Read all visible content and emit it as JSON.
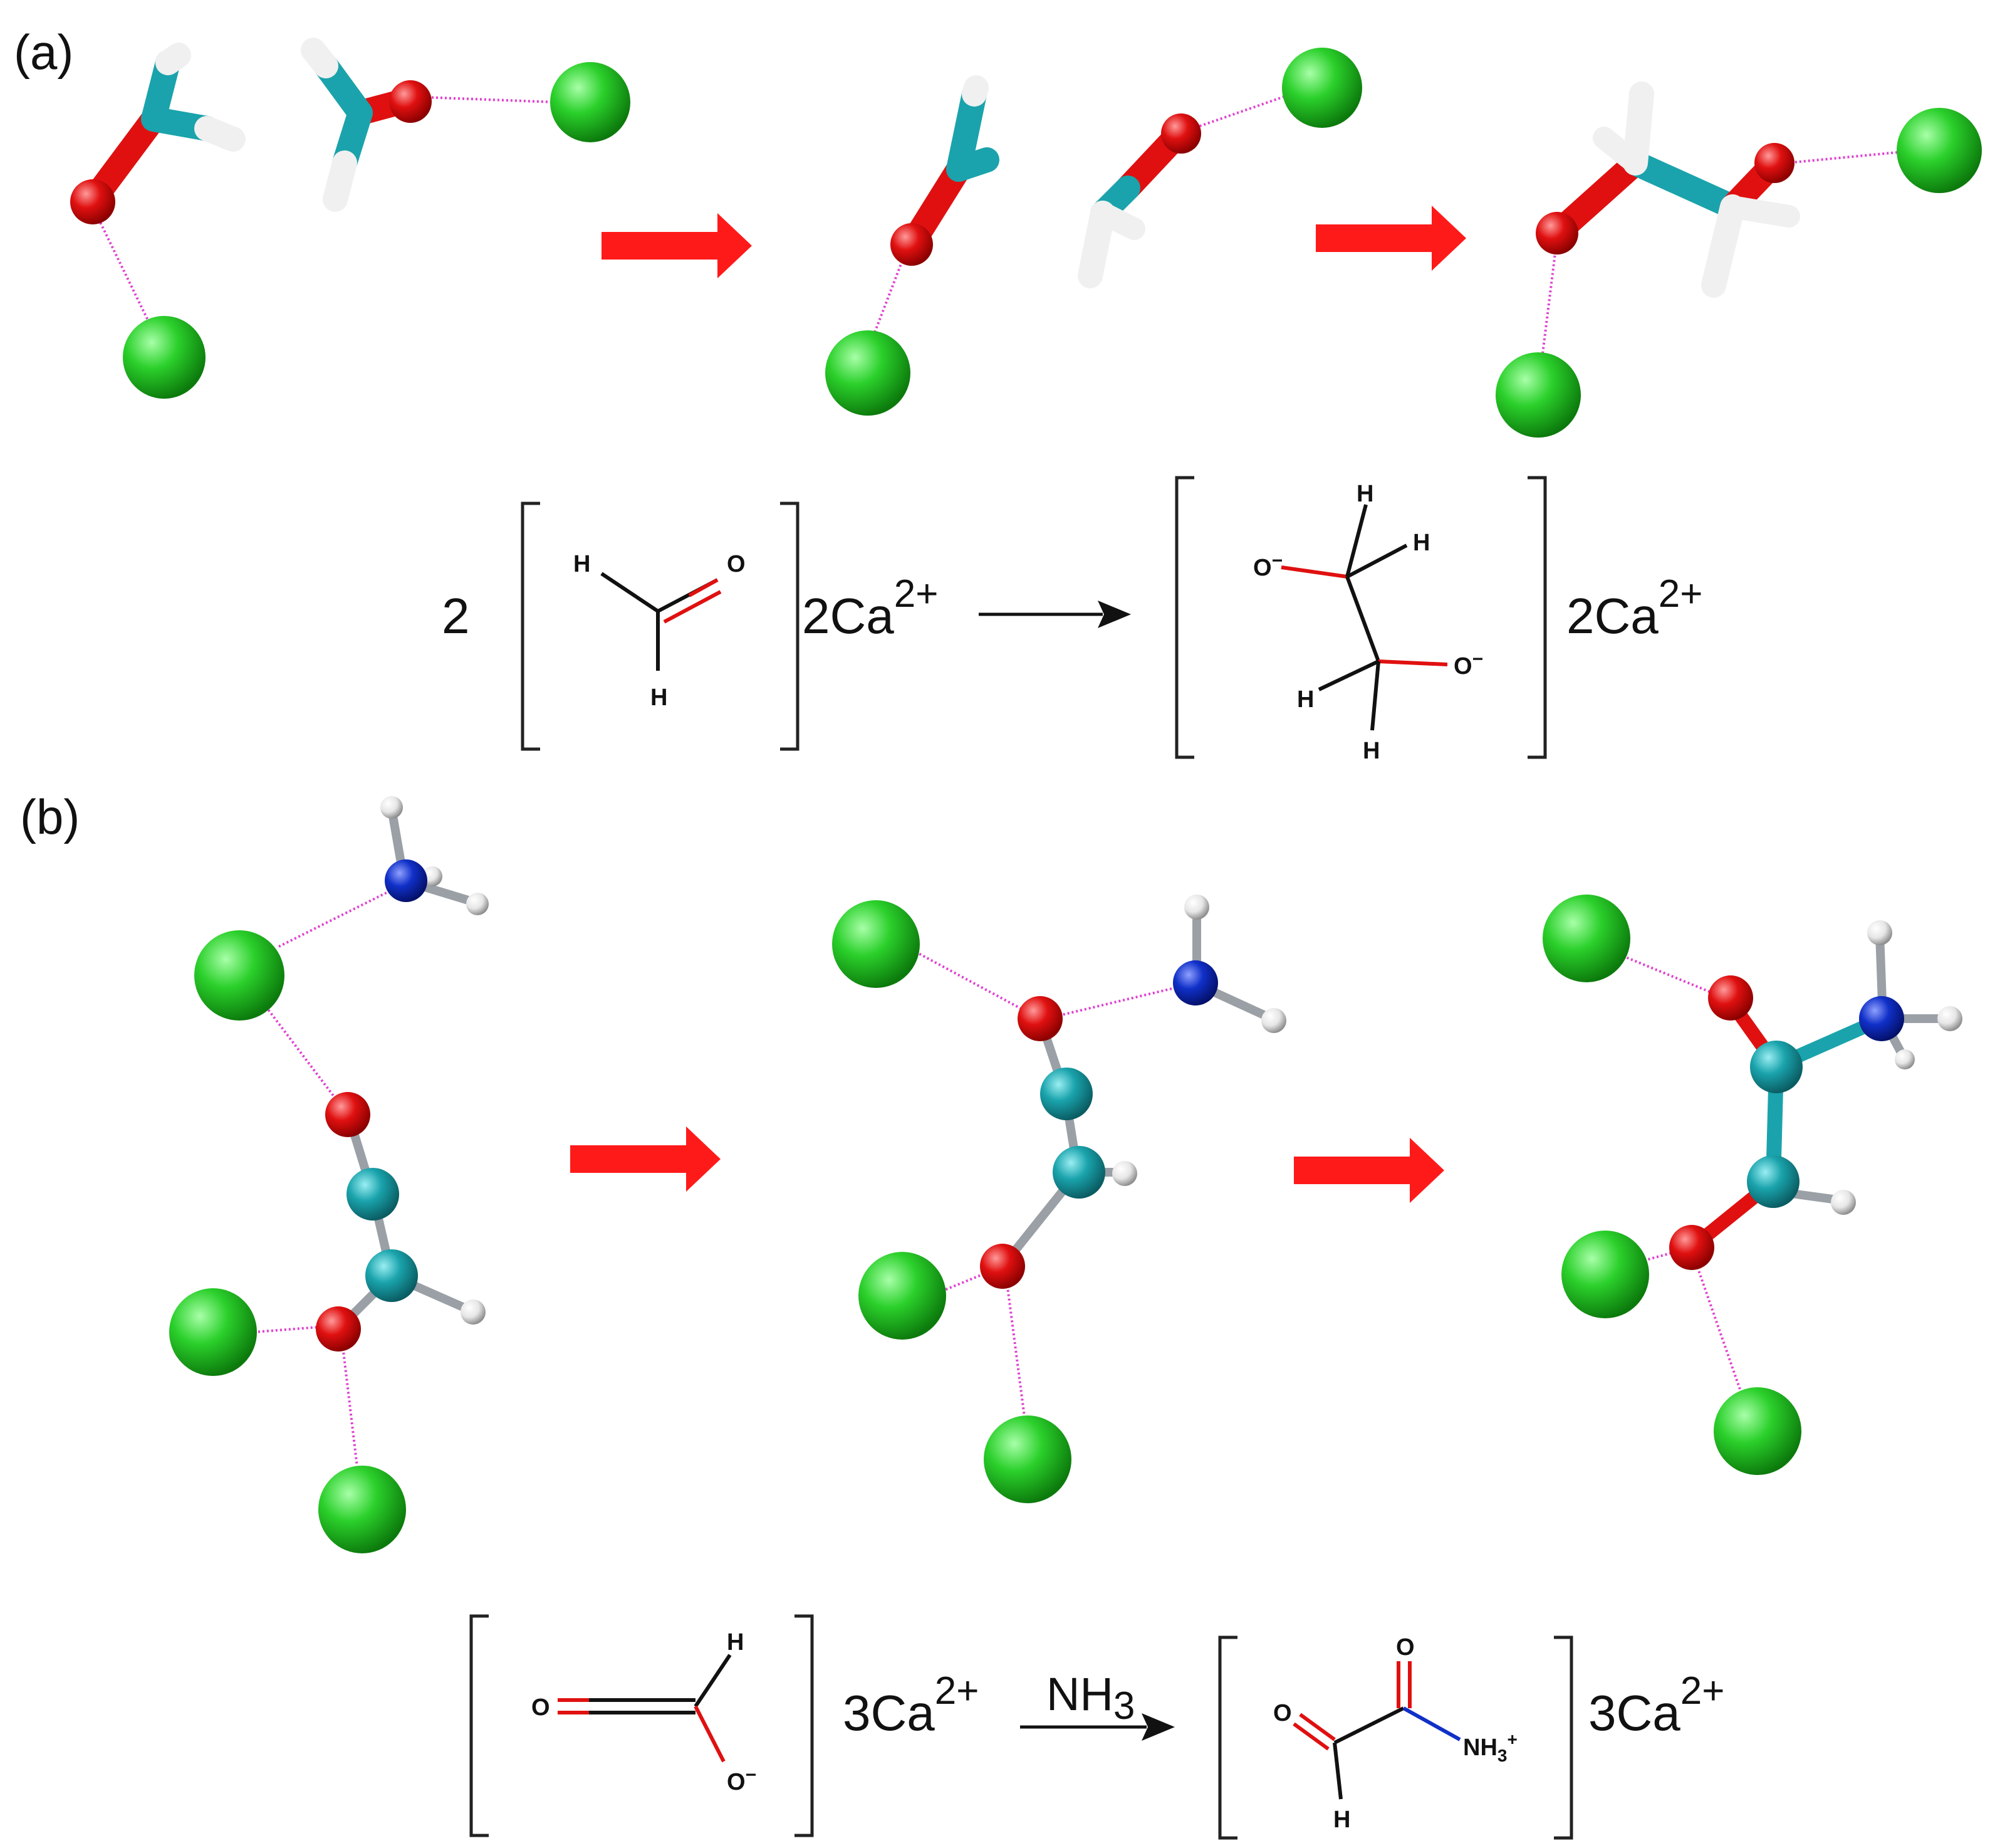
{
  "panels": [
    {
      "label": "(a)"
    },
    {
      "label": "(b)"
    }
  ],
  "equation_a": {
    "coefficient": "2",
    "reactant": {
      "H_top": "H",
      "O": "O",
      "H_bottom": "H"
    },
    "reactant_ion": {
      "base": "2Ca",
      "sup": "2+"
    },
    "product": {
      "O_left": "O",
      "O_left_charge": "−",
      "H1": "H",
      "H2": "H",
      "H3": "H",
      "H4": "H",
      "O_right": "O",
      "O_right_charge": "−"
    },
    "product_ion": {
      "base": "2Ca",
      "sup": "2+"
    }
  },
  "equation_b": {
    "reactant": {
      "O_left": "O",
      "H": "H",
      "O_minus": "O",
      "O_minus_charge": "−"
    },
    "reactant_ion": {
      "base": "3Ca",
      "sup": "2+"
    },
    "reagent": {
      "base": "NH",
      "sub": "3"
    },
    "product": {
      "O_top": "O",
      "O_left": "O",
      "H": "H",
      "NH": "NH",
      "NH_sub": "3",
      "NH_sup": "+"
    },
    "product_ion": {
      "base": "3Ca",
      "sup": "2+"
    }
  },
  "colors": {
    "calcium": "#2bc52b",
    "oxygen": "#e01010",
    "carbon": "#1aa3ac",
    "hydrogen": "#f0f0f0",
    "nitrogen": "#1030c8",
    "interaction": "#e040d0",
    "arrow": "#ff1a1a"
  }
}
